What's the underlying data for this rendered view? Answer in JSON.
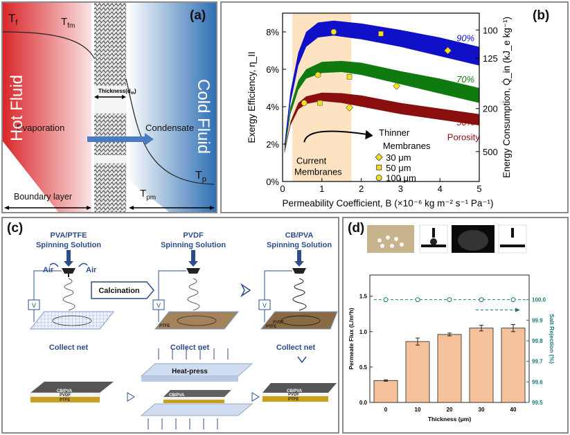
{
  "panel_a": {
    "label": "(a)",
    "t_f": "T",
    "t_f_sub": "f",
    "t_fm": "T",
    "t_fm_sub": "fm",
    "t_p": "T",
    "t_p_sub": "p",
    "t_pm": "T",
    "t_pm_sub": "pm",
    "hot_fluid": "Hot Fluid",
    "cold_fluid": "Cold Fluid",
    "evaporation": "Evaporation",
    "condensate": "Condensate",
    "thickness": "Thickness(d",
    "thickness_sub": "m",
    "thickness_end": ")",
    "boundary_layer": "Boundary layer",
    "colors": {
      "hot": "#d9262a",
      "cold": "#2f6fb3",
      "arrow": "#4a7cc4"
    }
  },
  "panel_b": {
    "label": "(b)",
    "legend_title_1": "Thinner",
    "legend_title_2": "Membranes",
    "legend": [
      "30 μm",
      "50 μm",
      "100 μm"
    ],
    "current_1": "Current",
    "current_2": "Membranes",
    "porosity_word": "Porosity",
    "colors": {
      "band90": "#1010c8",
      "band70": "#0f7a10",
      "band50": "#8b0e0e",
      "shade": "#fde3c2",
      "marker": "#f2e21a"
    }
  },
  "chart_data": [
    {
      "type": "line",
      "xlabel": "Permeability Coefficient, B (×10⁻⁶ kg m⁻² s⁻¹ Pa⁻¹)",
      "ylabel": "Exergy Efficiency, η_II",
      "y2label": "Energy Consumption, Q̇_in (kJ_e kg⁻¹)",
      "xlim": [
        0,
        5
      ],
      "ylim": [
        0,
        9
      ],
      "x_ticks": [
        "0",
        "1",
        "2",
        "3",
        "4",
        "5"
      ],
      "y_ticks": [
        "0%",
        "2%",
        "4%",
        "6%",
        "8%"
      ],
      "y2_ticks": [
        "100",
        "125",
        "200",
        "500"
      ],
      "y2_tick_positions_pct": [
        8.1,
        6.6,
        3.9,
        1.6
      ],
      "shaded_region_x": [
        0.25,
        1.75
      ],
      "series": [
        {
          "name": "90%",
          "upper": [
            [
              0.05,
              2.0
            ],
            [
              0.2,
              4.8
            ],
            [
              0.4,
              6.9
            ],
            [
              0.6,
              8.0
            ],
            [
              0.9,
              8.5
            ],
            [
              1.3,
              8.6
            ],
            [
              2,
              8.45
            ],
            [
              3,
              8.1
            ],
            [
              4,
              7.7
            ],
            [
              5,
              7.2
            ]
          ],
          "lower": [
            [
              0.05,
              1.5
            ],
            [
              0.2,
              4.2
            ],
            [
              0.4,
              6.2
            ],
            [
              0.6,
              7.2
            ],
            [
              0.9,
              7.7
            ],
            [
              1.3,
              7.8
            ],
            [
              2,
              7.6
            ],
            [
              3,
              7.2
            ],
            [
              4,
              6.7
            ],
            [
              5,
              6.2
            ]
          ]
        },
        {
          "name": "70%",
          "upper": [
            [
              0.05,
              1.8
            ],
            [
              0.2,
              4.0
            ],
            [
              0.4,
              5.4
            ],
            [
              0.6,
              6.0
            ],
            [
              1.0,
              6.4
            ],
            [
              1.5,
              6.45
            ],
            [
              2,
              6.35
            ],
            [
              3,
              5.9
            ],
            [
              4,
              5.5
            ],
            [
              5,
              5.0
            ]
          ],
          "lower": [
            [
              0.05,
              1.5
            ],
            [
              0.2,
              3.6
            ],
            [
              0.4,
              4.9
            ],
            [
              0.6,
              5.5
            ],
            [
              1.0,
              5.8
            ],
            [
              1.5,
              5.85
            ],
            [
              2,
              5.7
            ],
            [
              3,
              5.2
            ],
            [
              4,
              4.7
            ],
            [
              5,
              4.2
            ]
          ]
        },
        {
          "name": "50%",
          "upper": [
            [
              0.05,
              1.6
            ],
            [
              0.2,
              3.2
            ],
            [
              0.4,
              4.2
            ],
            [
              0.6,
              4.55
            ],
            [
              1.0,
              4.75
            ],
            [
              1.5,
              4.72
            ],
            [
              2,
              4.6
            ],
            [
              3,
              4.2
            ],
            [
              4,
              3.9
            ],
            [
              5,
              3.6
            ]
          ],
          "lower": [
            [
              0.05,
              1.5
            ],
            [
              0.2,
              3.0
            ],
            [
              0.4,
              3.85
            ],
            [
              0.6,
              4.15
            ],
            [
              1.0,
              4.3
            ],
            [
              1.5,
              4.2
            ],
            [
              2,
              4.0
            ],
            [
              3,
              3.6
            ],
            [
              4,
              3.3
            ],
            [
              5,
              3.0
            ]
          ]
        }
      ],
      "markers": [
        {
          "shape": "circle",
          "x": 1.3,
          "y": 8.0
        },
        {
          "shape": "square",
          "x": 2.5,
          "y": 7.9
        },
        {
          "shape": "diamond",
          "x": 4.2,
          "y": 7.0
        },
        {
          "shape": "circle",
          "x": 0.9,
          "y": 5.7
        },
        {
          "shape": "square",
          "x": 1.7,
          "y": 5.6
        },
        {
          "shape": "diamond",
          "x": 2.9,
          "y": 5.1
        },
        {
          "shape": "circle",
          "x": 0.55,
          "y": 4.2
        },
        {
          "shape": "square",
          "x": 0.95,
          "y": 4.2
        },
        {
          "shape": "diamond",
          "x": 1.7,
          "y": 3.95
        }
      ]
    },
    {
      "type": "bar",
      "categories": [
        "0",
        "10",
        "20",
        "30",
        "40"
      ],
      "values": [
        0.31,
        0.86,
        0.96,
        1.05,
        1.05
      ],
      "errors": [
        0.01,
        0.05,
        0.02,
        0.04,
        0.05
      ],
      "xlabel": "Thickness (μm)",
      "ylabel": "Permeate Flux (L/m²h)",
      "y2label": "Salt Rejection (%)",
      "ylim": [
        0,
        1.8
      ],
      "y_ticks": [
        "0.0",
        "0.5",
        "1.0",
        "1.5"
      ],
      "y2lim": [
        99.5,
        100.12
      ],
      "y2_ticks": [
        "99.5",
        "99.6",
        "99.7",
        "99.8",
        "99.9",
        "100.0"
      ],
      "rejection_values": [
        100.0,
        100.0,
        100.0,
        100.0,
        100.0
      ],
      "colors": {
        "bar": "#f5c19a",
        "bar_edge": "#222222",
        "rejection": "#1a7a70"
      }
    }
  ],
  "panel_c": {
    "label": "(c)",
    "solution1_1": "PVA/PTFE",
    "solution1_2": "Spinning Solution",
    "solution2_1": "PVDF",
    "solution2_2": "Spinning Solution",
    "solution3_1": "CB/PVA",
    "solution3_2": "Spinning Solution",
    "air_left": "Air",
    "air_right": "Air",
    "calcination": "Calcination",
    "collect1": "Collect net",
    "collect2": "Collect net",
    "collect3": "Collect net",
    "heat_press": "Heat-press",
    "v": "V",
    "ptfe": "PTFE",
    "pvdf": "PVDF",
    "cbpva": "CB/PVA",
    "colors": {
      "text": "#2c4c8c",
      "brown": "#8c6b3e",
      "gold": "#c8a020",
      "gray": "#606060"
    }
  },
  "panel_d": {
    "label": "(d)"
  }
}
